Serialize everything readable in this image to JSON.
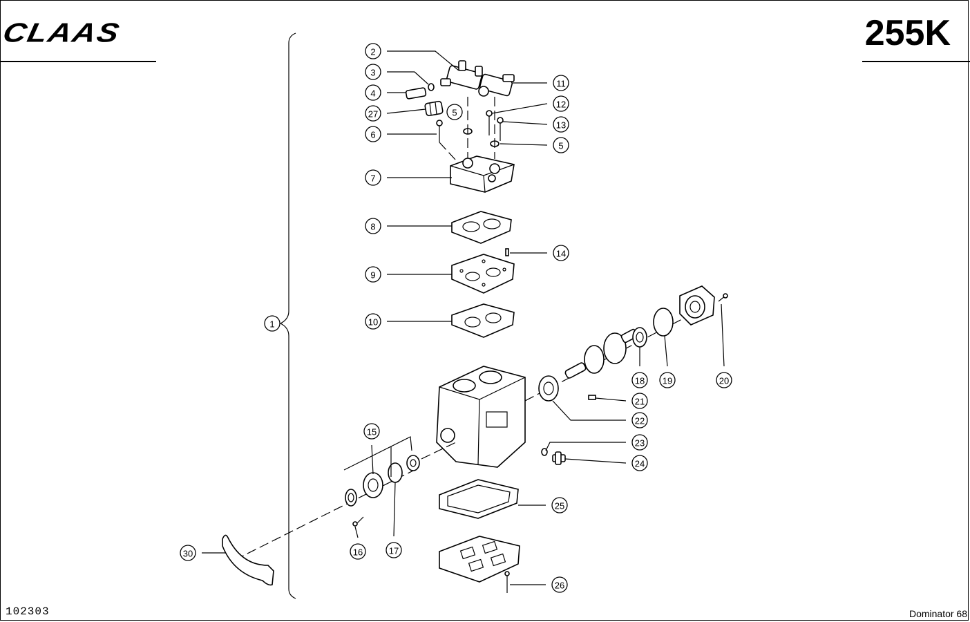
{
  "header": {
    "brand": "CLAAS",
    "drawing_code": "255K"
  },
  "footer": {
    "document_number": "102303",
    "model": "Dominator 68"
  },
  "callouts": [
    "1",
    "2",
    "3",
    "4",
    "27",
    "5",
    "6",
    "7",
    "8",
    "9",
    "10",
    "11",
    "12",
    "13",
    "5",
    "14",
    "15",
    "16",
    "17",
    "18",
    "19",
    "20",
    "21",
    "22",
    "23",
    "24",
    "25",
    "26",
    "30"
  ]
}
